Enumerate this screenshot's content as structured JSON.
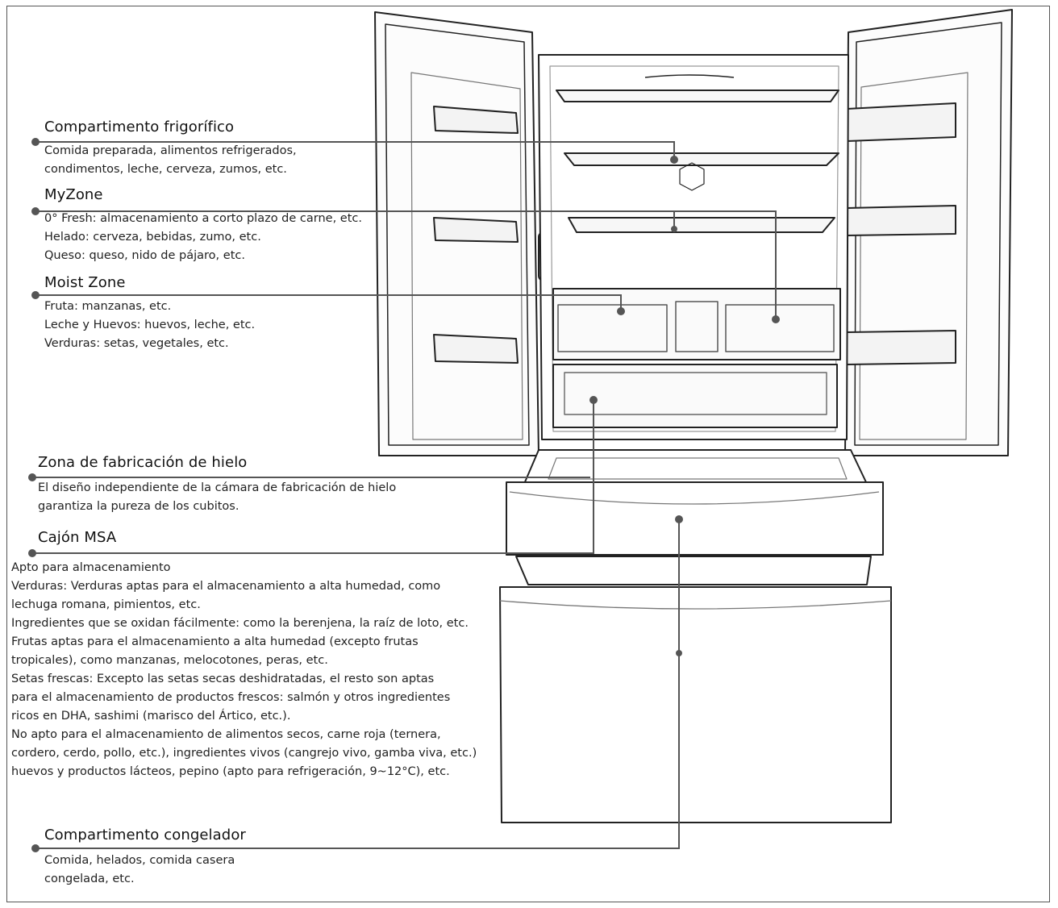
{
  "zones": {
    "fridge": {
      "title": "Compartimento frigorífico",
      "lines": [
        "Comida preparada, alimentos refrigerados,",
        "condimentos, leche, cerveza, zumos, etc."
      ]
    },
    "myzone": {
      "title": "MyZone",
      "lines": [
        "0° Fresh: almacenamiento a corto plazo de carne, etc.",
        "Helado: cerveza, bebidas, zumo, etc.",
        "Queso: queso, nido de pájaro, etc."
      ]
    },
    "moist": {
      "title": "Moist Zone",
      "lines": [
        "Fruta: manzanas, etc.",
        "Leche y Huevos: huevos, leche, etc.",
        "Verduras: setas, vegetales, etc."
      ]
    },
    "ice": {
      "title": "Zona de fabricación de hielo",
      "lines": [
        "El diseño independiente de la cámara de fabricación de hielo",
        "garantiza la pureza de los cubitos."
      ]
    },
    "msa": {
      "title": "Cajón MSA",
      "lines": [
        "Apto para almacenamiento",
        "Verduras: Verduras aptas para el almacenamiento a alta humedad, como",
        "lechuga romana, pimientos, etc.",
        "Ingredientes que se oxidan fácilmente: como la berenjena, la raíz de loto, etc.",
        "Frutas aptas para el almacenamiento a alta humedad (excepto frutas",
        "tropicales), como manzanas, melocotones, peras, etc.",
        "Setas frescas: Excepto las setas secas deshidratadas, el resto son aptas",
        "para el almacenamiento de productos frescos: salmón y otros ingredientes",
        "ricos en DHA, sashimi (marisco del Ártico, etc.).",
        "No apto para el almacenamiento de alimentos secos, carne roja (ternera,",
        "cordero, cerdo, pollo, etc.), ingredientes vivos (cangrejo vivo, gamba viva, etc.)",
        "huevos y productos lácteos, pepino (apto para refrigeración, 9~12°C), etc."
      ]
    },
    "freezer": {
      "title": "Compartimento congelador",
      "lines": [
        "Comida, helados, comida casera",
        "congelada, etc."
      ]
    }
  }
}
